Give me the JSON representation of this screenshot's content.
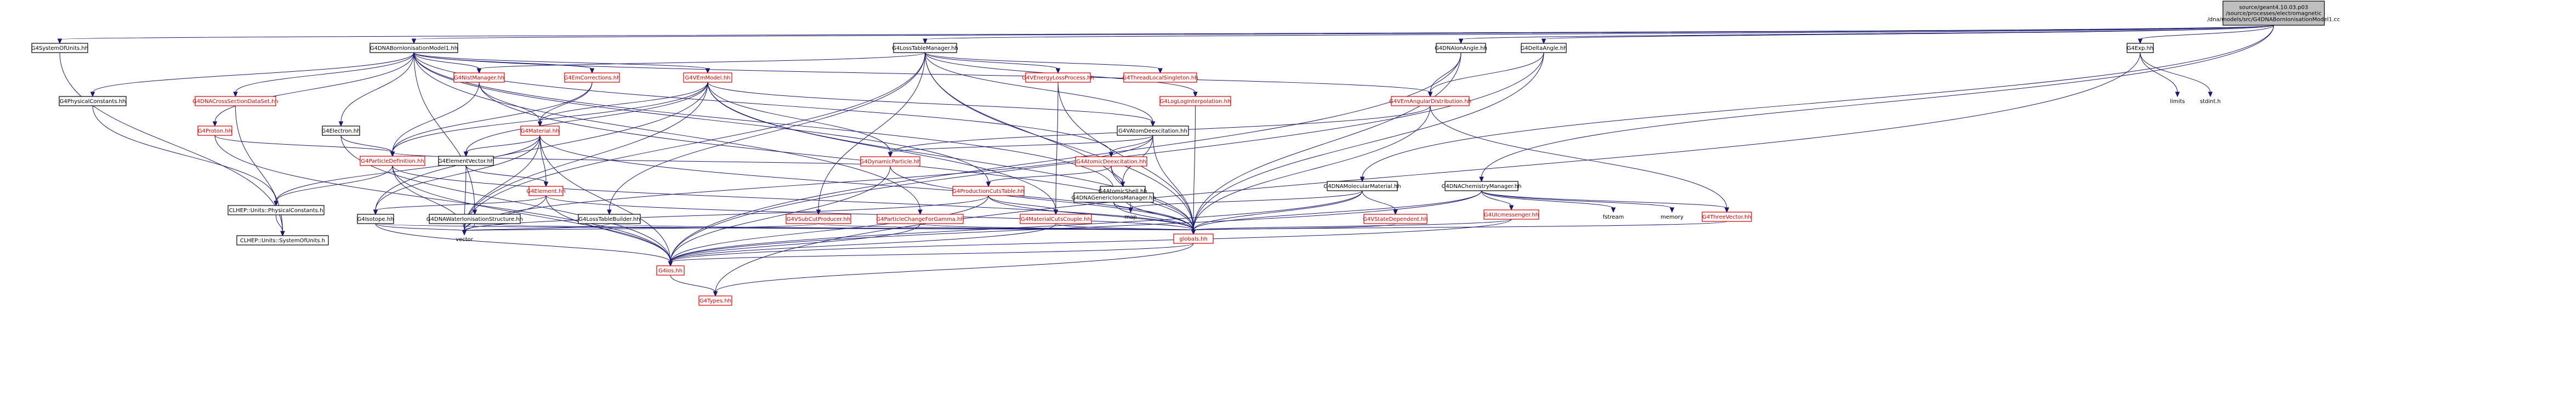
{
  "diagram": {
    "nodes": [
      {
        "id": "root",
        "lines": [
          "source/geant4.10.03.p03",
          "/source/processes/electromagnetic",
          "/dna/models/src/G4DNABornIonisationModel1.cc"
        ],
        "root": true
      },
      {
        "id": "n1",
        "lines": [
          "G4SystemOfUnits.hh"
        ]
      },
      {
        "id": "n2",
        "lines": [
          "G4DNABornIonisationModel1.hh"
        ]
      },
      {
        "id": "n3",
        "lines": [
          "G4LossTableManager.hh"
        ]
      },
      {
        "id": "n4",
        "lines": [
          "G4DNAIonAngle.hh"
        ]
      },
      {
        "id": "n5",
        "lines": [
          "G4DeltaAngle.hh"
        ]
      },
      {
        "id": "n6",
        "lines": [
          "G4Exp.hh"
        ]
      },
      {
        "id": "n7",
        "lines": [
          "G4NistManager.hh"
        ],
        "red": true
      },
      {
        "id": "n8",
        "lines": [
          "G4EmCorrections.hh"
        ],
        "red": true
      },
      {
        "id": "n9",
        "lines": [
          "G4VEmModel.hh"
        ],
        "red": true
      },
      {
        "id": "n10",
        "lines": [
          "G4VEnergyLossProcess.hh"
        ],
        "red": true
      },
      {
        "id": "n11",
        "lines": [
          "G4ThreadLocalSingleton.hh"
        ],
        "red": true
      },
      {
        "id": "n12",
        "lines": [
          "G4PhysicalConstants.hh"
        ]
      },
      {
        "id": "n13",
        "lines": [
          "G4DNACrossSectionDataSet.hh"
        ],
        "red": true
      },
      {
        "id": "n14",
        "lines": [
          "G4Proton.hh"
        ],
        "red": true
      },
      {
        "id": "n15",
        "lines": [
          "G4Electron.hh"
        ]
      },
      {
        "id": "n16",
        "lines": [
          "G4Material.hh"
        ],
        "red": true
      },
      {
        "id": "n17",
        "lines": [
          "G4LogLogInterpolation.hh"
        ],
        "red": true
      },
      {
        "id": "n18",
        "lines": [
          "G4VAtomDeexcitation.hh"
        ]
      },
      {
        "id": "n19",
        "lines": [
          "G4VEmAngularDistribution.hh"
        ],
        "red": true
      },
      {
        "id": "n20",
        "lines": [
          "limits"
        ],
        "plain": true
      },
      {
        "id": "n21",
        "lines": [
          "stdint.h"
        ],
        "plain": true
      },
      {
        "id": "n22",
        "lines": [
          "G4ParticleDefinition.hh"
        ],
        "red": true
      },
      {
        "id": "n23",
        "lines": [
          "G4ElementVector.hh"
        ]
      },
      {
        "id": "n24",
        "lines": [
          "G4DynamicParticle.hh"
        ],
        "red": true
      },
      {
        "id": "n25",
        "lines": [
          "G4AtomicDeexcitation.hh"
        ],
        "red": true
      },
      {
        "id": "n26",
        "lines": [
          "G4Element.hh"
        ],
        "red": true
      },
      {
        "id": "n27",
        "lines": [
          "G4ProductionCutsTable.hh"
        ],
        "red": true
      },
      {
        "id": "n28",
        "lines": [
          "G4AtomicShell.hh"
        ]
      },
      {
        "id": "n29",
        "lines": [
          "G4DNAMolecularMaterial.hh"
        ]
      },
      {
        "id": "n30",
        "lines": [
          "G4DNAChemistryManager.hh"
        ]
      },
      {
        "id": "n31",
        "lines": [
          "CLHEP::Units::PhysicalConstants.h"
        ]
      },
      {
        "id": "n32",
        "lines": [
          "G4Isotope.hh"
        ]
      },
      {
        "id": "n33",
        "lines": [
          "G4DNAWaterIonisationStructure.hh"
        ]
      },
      {
        "id": "n34",
        "lines": [
          "G4LossTableBuilder.hh"
        ]
      },
      {
        "id": "n35",
        "lines": [
          "G4VSubCutProducer.hh"
        ],
        "red": true
      },
      {
        "id": "n36",
        "lines": [
          "G4ParticleChangeForGamma.hh"
        ],
        "red": true
      },
      {
        "id": "n37",
        "lines": [
          "G4MaterialCutsCouple.hh"
        ],
        "red": true
      },
      {
        "id": "n38",
        "lines": [
          "G4DNAGenericIonsManager.hh"
        ]
      },
      {
        "id": "n39",
        "lines": [
          "G4VStateDependent.hh"
        ],
        "red": true
      },
      {
        "id": "n40",
        "lines": [
          "G4UIcmessenger.hh"
        ],
        "red": true
      },
      {
        "id": "n41",
        "lines": [
          "fstream"
        ],
        "plain": true
      },
      {
        "id": "n42",
        "lines": [
          "memory"
        ],
        "plain": true
      },
      {
        "id": "n43",
        "lines": [
          "G4ThreeVector.hh"
        ],
        "red": true
      },
      {
        "id": "n44",
        "lines": [
          "map"
        ],
        "plain": true
      },
      {
        "id": "n45",
        "lines": [
          "vector"
        ],
        "plain": true
      },
      {
        "id": "n46",
        "lines": [
          "globals.hh"
        ],
        "red": true
      },
      {
        "id": "n47",
        "lines": [
          "CLHEP::Units::SystemOfUnits.h"
        ]
      },
      {
        "id": "n48",
        "lines": [
          "G4ios.hh"
        ],
        "red": true
      },
      {
        "id": "n49",
        "lines": [
          "G4Types.hh"
        ],
        "red": true
      }
    ],
    "edges": [
      [
        "root",
        "n1"
      ],
      [
        "root",
        "n2"
      ],
      [
        "root",
        "n3"
      ],
      [
        "root",
        "n4"
      ],
      [
        "root",
        "n5"
      ],
      [
        "root",
        "n6"
      ],
      [
        "root",
        "n29"
      ],
      [
        "root",
        "n30"
      ],
      [
        "n1",
        "n47"
      ],
      [
        "n2",
        "n12"
      ],
      [
        "n2",
        "n13"
      ],
      [
        "n2",
        "n14"
      ],
      [
        "n2",
        "n15"
      ],
      [
        "n2",
        "n9"
      ],
      [
        "n2",
        "n33"
      ],
      [
        "n2",
        "n38"
      ],
      [
        "n2",
        "n7"
      ],
      [
        "n2",
        "n8"
      ],
      [
        "n2",
        "n36"
      ],
      [
        "n2",
        "n27"
      ],
      [
        "n2",
        "n25"
      ],
      [
        "n2",
        "n19"
      ],
      [
        "n3",
        "n7"
      ],
      [
        "n3",
        "n10"
      ],
      [
        "n3",
        "n11"
      ],
      [
        "n3",
        "n17"
      ],
      [
        "n3",
        "n18"
      ],
      [
        "n3",
        "n35"
      ],
      [
        "n3",
        "n34"
      ],
      [
        "n3",
        "n44"
      ],
      [
        "n3",
        "n46"
      ],
      [
        "n3",
        "n45"
      ],
      [
        "n4",
        "n19"
      ],
      [
        "n4",
        "n46"
      ],
      [
        "n4",
        "n48"
      ],
      [
        "n5",
        "n19"
      ],
      [
        "n5",
        "n46"
      ],
      [
        "n5",
        "n48"
      ],
      [
        "n6",
        "n20"
      ],
      [
        "n6",
        "n21"
      ],
      [
        "n6",
        "n49"
      ],
      [
        "n7",
        "n16"
      ],
      [
        "n7",
        "n22"
      ],
      [
        "n7",
        "n46"
      ],
      [
        "n8",
        "n16"
      ],
      [
        "n8",
        "n22"
      ],
      [
        "n9",
        "n16"
      ],
      [
        "n9",
        "n22"
      ],
      [
        "n9",
        "n24"
      ],
      [
        "n9",
        "n37"
      ],
      [
        "n9",
        "n46"
      ],
      [
        "n9",
        "n45"
      ],
      [
        "n9",
        "n18"
      ],
      [
        "n9",
        "n23"
      ],
      [
        "n9",
        "n32"
      ],
      [
        "n10",
        "n37"
      ],
      [
        "n10",
        "n46"
      ],
      [
        "n12",
        "n31"
      ],
      [
        "n13",
        "n47"
      ],
      [
        "n14",
        "n22"
      ],
      [
        "n14",
        "n48"
      ],
      [
        "n15",
        "n22"
      ],
      [
        "n15",
        "n48"
      ],
      [
        "n16",
        "n26"
      ],
      [
        "n16",
        "n23"
      ],
      [
        "n16",
        "n32"
      ],
      [
        "n16",
        "n45"
      ],
      [
        "n16",
        "n46"
      ],
      [
        "n16",
        "n48"
      ],
      [
        "n16",
        "n31"
      ],
      [
        "n17",
        "n46"
      ],
      [
        "n18",
        "n24"
      ],
      [
        "n18",
        "n25"
      ],
      [
        "n18",
        "n28"
      ],
      [
        "n18",
        "n46"
      ],
      [
        "n18",
        "n45"
      ],
      [
        "n19",
        "n24"
      ],
      [
        "n19",
        "n43"
      ],
      [
        "n19",
        "n46"
      ],
      [
        "n22",
        "n31"
      ],
      [
        "n22",
        "n45"
      ],
      [
        "n22",
        "n48"
      ],
      [
        "n22",
        "n46"
      ],
      [
        "n23",
        "n26"
      ],
      [
        "n23",
        "n45"
      ],
      [
        "n24",
        "n22"
      ],
      [
        "n24",
        "n46"
      ],
      [
        "n24",
        "n48"
      ],
      [
        "n25",
        "n27"
      ],
      [
        "n25",
        "n28"
      ],
      [
        "n25",
        "n46"
      ],
      [
        "n26",
        "n32"
      ],
      [
        "n26",
        "n45"
      ],
      [
        "n26",
        "n46"
      ],
      [
        "n26",
        "n48"
      ],
      [
        "n27",
        "n37"
      ],
      [
        "n27",
        "n45"
      ],
      [
        "n27",
        "n46"
      ],
      [
        "n27",
        "n48"
      ],
      [
        "n28",
        "n46"
      ],
      [
        "n29",
        "n39"
      ],
      [
        "n29",
        "n44"
      ],
      [
        "n29",
        "n46"
      ],
      [
        "n29",
        "n48"
      ],
      [
        "n30",
        "n40"
      ],
      [
        "n30",
        "n41"
      ],
      [
        "n30",
        "n42"
      ],
      [
        "n30",
        "n43"
      ],
      [
        "n30",
        "n46"
      ],
      [
        "n30",
        "n48"
      ],
      [
        "n31",
        "n47"
      ],
      [
        "n32",
        "n45"
      ],
      [
        "n32",
        "n46"
      ],
      [
        "n32",
        "n48"
      ],
      [
        "n33",
        "n45"
      ],
      [
        "n33",
        "n46"
      ],
      [
        "n34",
        "n45"
      ],
      [
        "n34",
        "n46"
      ],
      [
        "n35",
        "n45"
      ],
      [
        "n35",
        "n46"
      ],
      [
        "n36",
        "n46"
      ],
      [
        "n36",
        "n48"
      ],
      [
        "n37",
        "n46"
      ],
      [
        "n37",
        "n48"
      ],
      [
        "n38",
        "n44"
      ],
      [
        "n38",
        "n46"
      ],
      [
        "n39",
        "n46"
      ],
      [
        "n40",
        "n46"
      ],
      [
        "n40",
        "n48"
      ],
      [
        "n43",
        "n46"
      ],
      [
        "n46",
        "n48"
      ],
      [
        "n46",
        "n49"
      ],
      [
        "n48",
        "n49"
      ]
    ]
  }
}
